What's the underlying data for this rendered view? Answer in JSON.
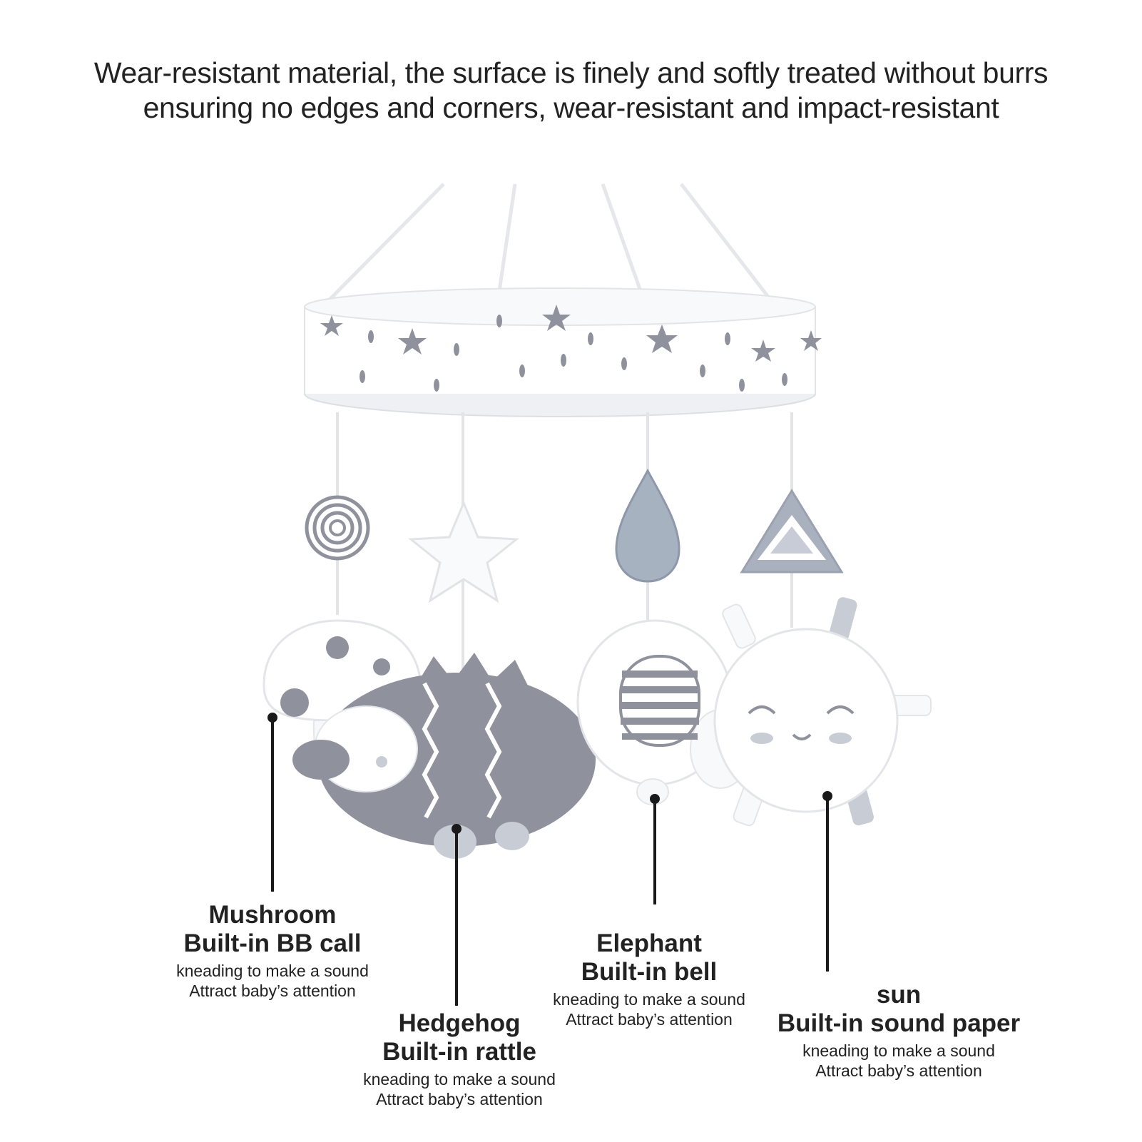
{
  "headline": {
    "line1": "Wear-resistant material, the surface is finely and softly treated without burrs",
    "line2": "ensuring no edges and corners, wear-resistant and impact-resistant"
  },
  "callouts": [
    {
      "title": "Mushroom",
      "feature": "Built-in BB call",
      "desc1": "kneading to make a sound",
      "desc2": "Attract baby’s attention"
    },
    {
      "title": "Hedgehog",
      "feature": "Built-in rattle",
      "desc1": "kneading to make a sound",
      "desc2": "Attract baby’s attention"
    },
    {
      "title": "Elephant",
      "feature": "Built-in bell",
      "desc1": "kneading to make a sound",
      "desc2": "Attract baby’s attention"
    },
    {
      "title": "sun",
      "feature": "Built-in sound paper",
      "desc1": "kneading to make a sound",
      "desc2": "Attract baby’s attention"
    }
  ],
  "colors": {
    "plush_gray": "#8f929d",
    "light_gray": "#c8ccd4",
    "white": "#ffffff",
    "line": "#1a1a1a"
  }
}
